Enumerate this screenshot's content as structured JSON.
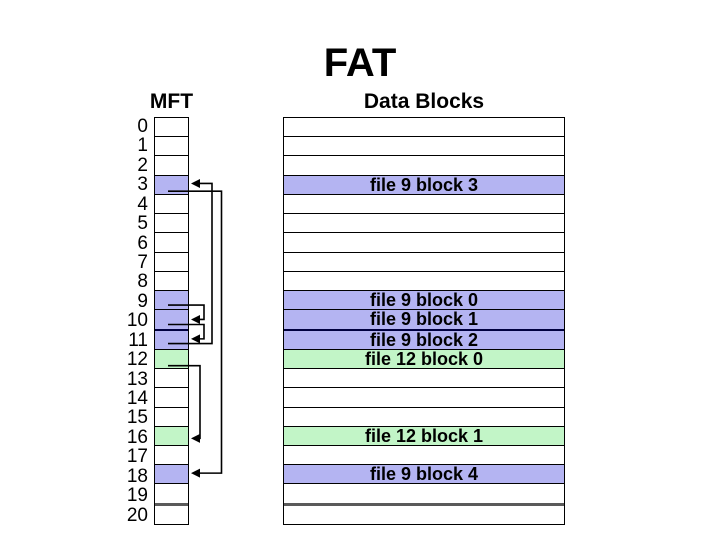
{
  "title": "FAT",
  "mft": {
    "header": "MFT"
  },
  "data_blocks": {
    "header": "Data Blocks"
  },
  "rows": [
    {
      "index": 0,
      "fill": "white",
      "label": ""
    },
    {
      "index": 1,
      "fill": "white",
      "label": ""
    },
    {
      "index": 2,
      "fill": "white",
      "label": ""
    },
    {
      "index": 3,
      "fill": "blue",
      "label": "file 9 block 3"
    },
    {
      "index": 4,
      "fill": "white",
      "label": ""
    },
    {
      "index": 5,
      "fill": "white",
      "label": ""
    },
    {
      "index": 6,
      "fill": "white",
      "label": ""
    },
    {
      "index": 7,
      "fill": "white",
      "label": ""
    },
    {
      "index": 8,
      "fill": "white",
      "label": ""
    },
    {
      "index": 9,
      "fill": "blue",
      "label": "file 9 block 0"
    },
    {
      "index": 10,
      "fill": "blue",
      "label": "file 9 block 1"
    },
    {
      "index": 11,
      "fill": "blue",
      "label": "file 9 block 2"
    },
    {
      "index": 12,
      "fill": "green",
      "label": "file 12 block 0"
    },
    {
      "index": 13,
      "fill": "white",
      "label": ""
    },
    {
      "index": 14,
      "fill": "white",
      "label": ""
    },
    {
      "index": 15,
      "fill": "white",
      "label": ""
    },
    {
      "index": 16,
      "fill": "green",
      "label": "file 12 block 1"
    },
    {
      "index": 17,
      "fill": "white",
      "label": ""
    },
    {
      "index": 18,
      "fill": "blue",
      "label": "file 9 block 4"
    },
    {
      "index": 19,
      "fill": "white",
      "label": ""
    },
    {
      "index": 20,
      "fill": "white",
      "label": ""
    }
  ],
  "fat_chains": [
    {
      "file": "file 9",
      "blocks": [
        9,
        10,
        11,
        3,
        18
      ]
    },
    {
      "file": "file 12",
      "blocks": [
        12,
        16
      ]
    }
  ],
  "arrows": [
    {
      "from": 9,
      "to": 10
    },
    {
      "from": 10,
      "to": 11
    },
    {
      "from": 11,
      "to": 3
    },
    {
      "from": 3,
      "to": 18
    },
    {
      "from": 12,
      "to": 16
    }
  ],
  "separators": [
    {
      "above_row": 11,
      "color": "#000040"
    },
    {
      "above_row": 20,
      "color": "#5a5a5a"
    }
  ],
  "colors": {
    "blue": "#b4b4f2",
    "green": "#c2f5c7",
    "line": "#000000"
  }
}
